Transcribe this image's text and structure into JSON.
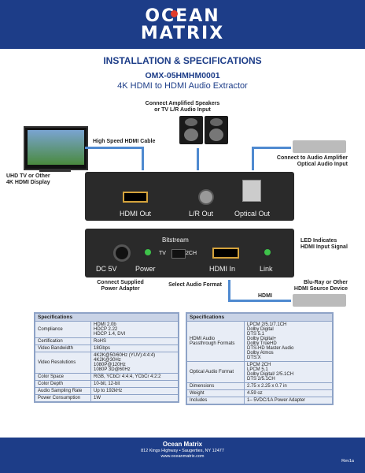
{
  "header": {
    "line1": "OCEAN",
    "line2": "MATRIX"
  },
  "title": "INSTALLATION & SPECIFICATIONS",
  "model": "OMX-05HMHM0001",
  "subtitle": "4K HDMI to HDMI Audio Extractor",
  "labels": {
    "speakers": "Connect Amplified Speakers\nor TV L/R Audio Input",
    "cable": "High Speed HDMI Cable",
    "amp": "Connect to Audio Amplifier\nOptical Audio Input",
    "tv": "UHD TV or Other\n4K HDMI Display",
    "led": "LED Indicates\nHDMI Input Signal",
    "power": "Connect Supplied\nPower Adapter",
    "format": "Select Audio Format",
    "source": "Blu-Ray or Other\nHDMI Source Device",
    "hdmi": "HDMI"
  },
  "device_top": {
    "hdmi_out": "HDMI Out",
    "lr_out": "L/R Out",
    "optical_out": "Optical Out"
  },
  "device_bottom": {
    "dc": "DC 5V",
    "power": "Power",
    "bitstream": "Bitstream",
    "tv": "TV",
    "twoch": "2CH",
    "hdmi_in": "HDMI In",
    "link": "Link"
  },
  "specs_left": {
    "header": "Specifications",
    "rows": [
      [
        "Compliance",
        "HDMI 2.0b\nHDCP 2.22\nHDCP 1.4, DVI"
      ],
      [
        "Certification",
        "RoHS"
      ],
      [
        "Video Bandwidth",
        "18Gbps"
      ],
      [
        "Video Resolutions",
        "4K2K@50/60Hz (YUV):4:4:4)\n4K2K@30Hz\n1080P@120Hz\n1080P 3D@60Hz"
      ],
      [
        "Color Space",
        "RGB, YCbCr 4:4:4, YCbCr 4:2:2"
      ],
      [
        "Color Depth",
        "10-bit, 12-bit"
      ],
      [
        "Audio Sampling Rate",
        "Up to 192kHz"
      ],
      [
        "Power Consumption",
        "1W"
      ]
    ]
  },
  "specs_right": {
    "header": "Specifications",
    "rows": [
      [
        "HDMI Audio\nPassthrough Formats",
        "LPCM 2/5.1/7.1CH\nDolby Digital\nDTS 5.1\nDolby Digital+\nDolby TrueHD\nDTS-HD Master Audio\nDolby Atmos\nDTS:X"
      ],
      [
        "Optical Audio Format",
        "LPCM 2CH\nLPCM 5.1\nDolby Digital/ 2/5.1CH\nDTS 2/5.1CH"
      ],
      [
        "Dimensions",
        "2.75 x 2.25 x 0.7 in"
      ],
      [
        "Weight",
        "4.59 oz"
      ],
      [
        "Includes",
        "1– 5VDC/1A Power Adapter"
      ]
    ]
  },
  "footer": {
    "name": "Ocean Matrix",
    "address": "812 Kings Highway • Saugerties, NY 12477",
    "web": "www.oceanmatrix.com",
    "rev": "Rev1a"
  }
}
